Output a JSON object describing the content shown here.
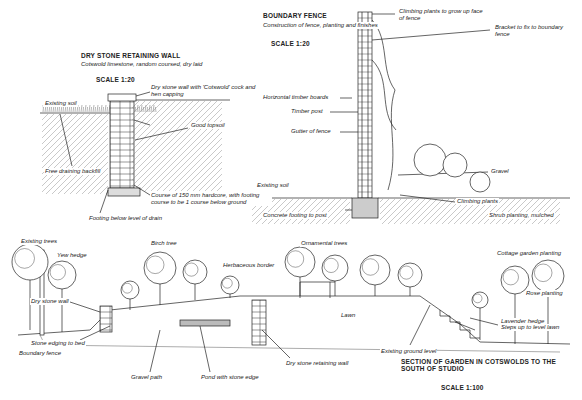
{
  "diagram": {
    "title": "SECTION OF GARDEN IN COTSWOLDS TO THE SOUTH OF STUDIO",
    "labels": [
      "DRY STONE RETAINING WALL",
      "Cotswold limestone, random coursed, dry laid",
      "SCALE 1:20",
      "Dry stone wall with 'Cotswold' cock and hen capping",
      "Existing soil",
      "Good topsoil",
      "Free draining backfill",
      "Course of 150 mm hardcore, with footing course to be 1 course below ground",
      "Footing below level of drain",
      "BOUNDARY FENCE",
      "Construction of fence, planting and finishes",
      "SCALE 1:20",
      "Climbing plants to grow up face of fence",
      "Bracket to fix to boundary fence",
      "Horizontal timber boards",
      "Timber post",
      "Gutter of fence",
      "Climbing plants",
      "Existing soil",
      "Concrete footing to post",
      "Gravel",
      "Shrub planting, mulched",
      "Existing trees",
      "Yew hedge",
      "Birch tree",
      "Herbaceous border",
      "Ornamental trees",
      "Cottage garden planting",
      "Lavender hedge",
      "Rose planting",
      "Lawn",
      "Dry stone retaining wall",
      "Steps up to level lawn",
      "Dry stone wall",
      "Stone edging to bed",
      "Gravel path",
      "Boundary fence",
      "Pond with stone edge",
      "Existing ground level",
      "SCALE 1:100"
    ]
  }
}
